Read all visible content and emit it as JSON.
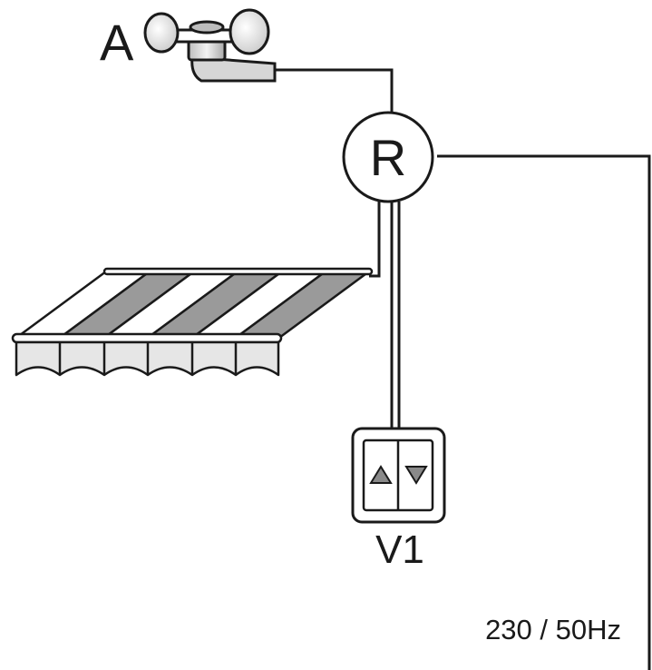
{
  "labels": {
    "anemometer": "A",
    "receiver": "R",
    "switch": "V1",
    "power_supply": "230 / 50Hz"
  },
  "colors": {
    "line": "#1a1a1a",
    "stripe_dark": "#9a9a9a",
    "stripe_light": "#ffffff",
    "valance": "#e6e6e6",
    "arrow": "#8a8a8a",
    "sensor_grey": "#d6d6d6"
  },
  "icons": {
    "anemometer": "anemometer-icon",
    "awning": "awning-icon",
    "switch_up": "up-arrow-icon",
    "switch_down": "down-arrow-icon"
  }
}
